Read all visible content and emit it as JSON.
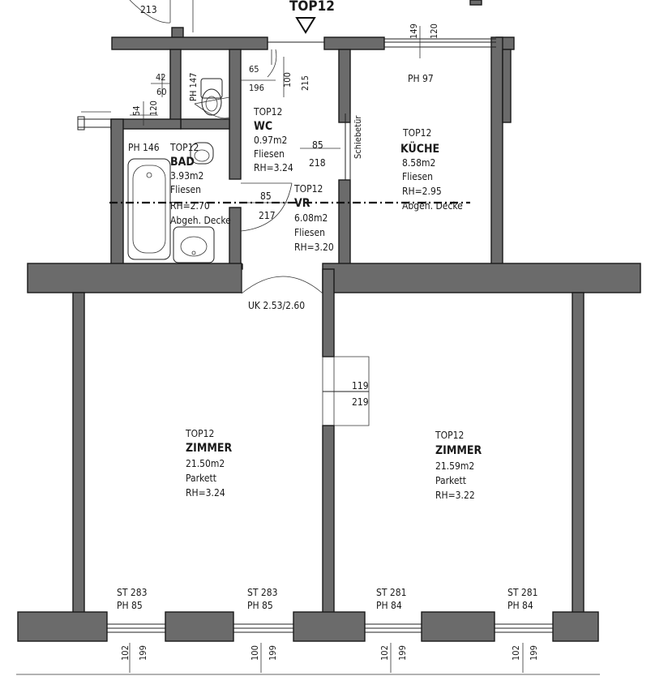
{
  "plan_title": "TOP12",
  "top_dim": "213",
  "rooms": {
    "wc": {
      "top": "TOP12",
      "name": "WC",
      "area": "0.97m2",
      "floor": "Fliesen",
      "height": "RH=3.24"
    },
    "bad": {
      "top": "TOP12",
      "name": "BAD",
      "area": "3.93m2",
      "floor": "Fliesen",
      "height": "RH=2.70",
      "ceiling": "Abgeh. Decke"
    },
    "vr": {
      "top": "TOP12",
      "name": "VR",
      "area": "6.08m2",
      "floor": "Fliesen",
      "height": "RH=3.20"
    },
    "kueche": {
      "top": "TOP12",
      "name": "KÜCHE",
      "area": "8.58m2",
      "floor": "Fliesen",
      "height": "RH=2.95",
      "ceiling": "Abgeh. Decke"
    },
    "zimmer1": {
      "top": "TOP12",
      "name": "ZIMMER",
      "area": "21.50m2",
      "floor": "Parkett",
      "height": "RH=3.24"
    },
    "zimmer2": {
      "top": "TOP12",
      "name": "ZIMMER",
      "area": "21.59m2",
      "floor": "Parkett",
      "height": "RH=3.22"
    }
  },
  "dims": {
    "wc_win_w": "42",
    "wc_win_h": "60",
    "wc_ph": "PH 147",
    "wc_door_w": "65",
    "wc_door_h": "196",
    "entry_w": "100",
    "entry_h": "215",
    "kitchen_win_w": "149",
    "kitchen_win_h": "120",
    "kitchen_ph": "PH 97",
    "bad_win_w": "54",
    "bad_win_h": "120",
    "bad_ph": "PH 146",
    "slide_label": "Schiebetür",
    "kitchen_door_w": "85",
    "kitchen_door_h": "218",
    "bad_door_w": "85",
    "bad_door_h": "217",
    "opening": "UK 2.53/2.60",
    "room_door_w": "119",
    "room_door_h": "219"
  },
  "windows": [
    {
      "st": "ST 283",
      "ph": "PH 85",
      "w": "102",
      "h": "199"
    },
    {
      "st": "ST 283",
      "ph": "PH 85",
      "w": "100",
      "h": "199"
    },
    {
      "st": "ST 281",
      "ph": "PH 84",
      "w": "102",
      "h": "199"
    },
    {
      "st": "ST 281",
      "ph": "PH 84",
      "w": "102",
      "h": "199"
    }
  ]
}
